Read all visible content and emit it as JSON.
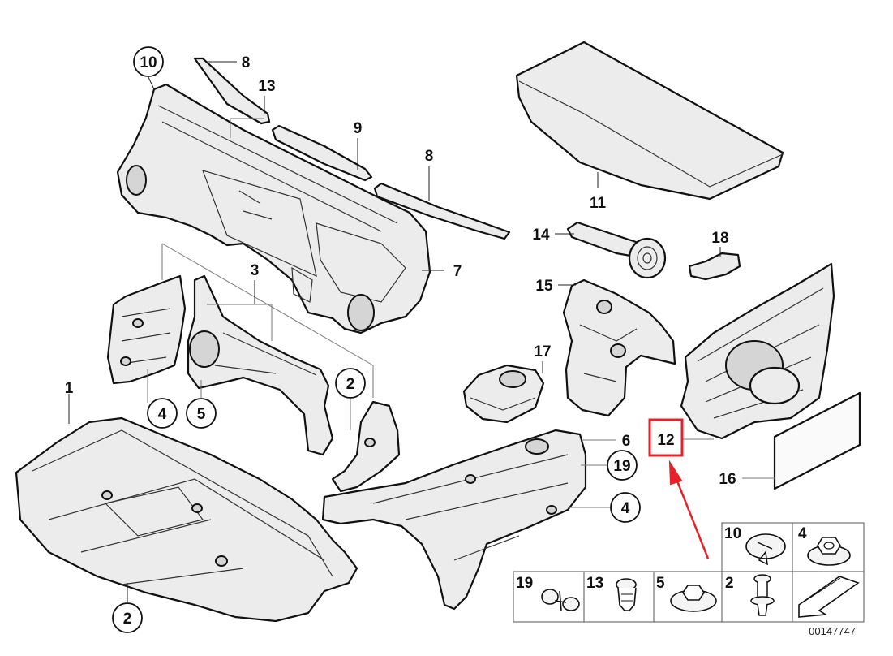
{
  "callouts": {
    "c1": "1",
    "c2a": "2",
    "c2b": "2",
    "c3": "3",
    "c4a": "4",
    "c4b": "4",
    "c5": "5",
    "c6": "6",
    "c7": "7",
    "c8a": "8",
    "c8b": "8",
    "c9": "9",
    "c10": "10",
    "c11": "11",
    "c12": "12",
    "c13": "13",
    "c14": "14",
    "c15": "15",
    "c16": "16",
    "c17": "17",
    "c18": "18",
    "c19": "19"
  },
  "legend": {
    "cells": [
      {
        "label": "10",
        "icon": "push-clip-icon"
      },
      {
        "label": "4",
        "icon": "hex-collar-nut-icon"
      },
      {
        "label": "19",
        "icon": "cable-clip-icon"
      },
      {
        "label": "13",
        "icon": "expanding-rivet-icon"
      },
      {
        "label": "5",
        "icon": "flange-nut-icon"
      },
      {
        "label": "2",
        "icon": "plastic-rivet-icon"
      },
      {
        "label": "",
        "icon": "forward-arrow-icon"
      }
    ]
  },
  "diagram_id": "00147747",
  "colors": {
    "highlight": "#e8202a",
    "line": "#111111",
    "part_fill": "#ececec"
  }
}
